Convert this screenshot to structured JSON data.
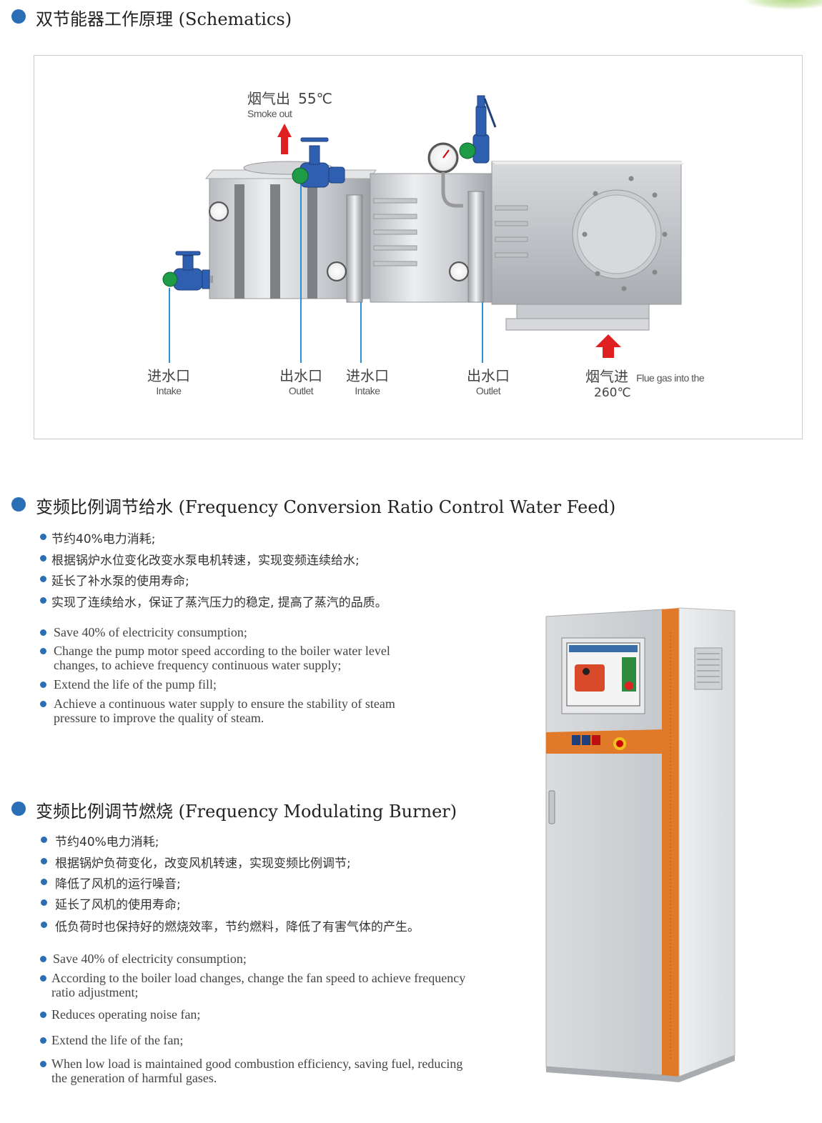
{
  "sections": {
    "schematics": {
      "title_cn": "双节能器工作原理",
      "title_en": "(Schematics)"
    },
    "water_feed": {
      "title_cn": "变频比例调节给水",
      "title_en": "(Frequency Conversion Ratio Control Water Feed)",
      "items_cn": [
        "节约40%电力消耗;",
        "根据锅炉水位变化改变水泵电机转速，实现变频连续给水;",
        "延长了补水泵的使用寿命;",
        "实现了连续给水，保证了蒸汽压力的稳定, 提高了蒸汽的品质。"
      ],
      "items_en": [
        "Save 40% of electricity consumption;",
        "Change the pump motor speed according to the boiler water level changes, to achieve frequency continuous water supply;",
        "Extend the life of the pump fill;",
        "Achieve a continuous water supply to ensure the stability of steam pressure to improve the quality of steam."
      ]
    },
    "burner": {
      "title_cn": "变频比例调节燃烧",
      "title_en": "(Frequency Modulating Burner)",
      "items_cn": [
        "节约40%电力消耗;",
        "根据锅炉负荷变化，改变风机转速，实现变频比例调节;",
        "降低了风机的运行噪音;",
        "延长了风机的使用寿命;",
        "低负荷时也保持好的燃烧效率，节约燃料，降低了有害气体的产生。"
      ],
      "items_en": [
        "Save 40% of electricity consumption;",
        "According to the boiler load changes, change the fan speed to achieve frequency ratio adjustment;",
        "Reduces operating noise fan;",
        "Extend the life of the fan;",
        "When low load is maintained good combustion efficiency, saving fuel, reducing the generation of harmful gases."
      ]
    }
  },
  "diagram": {
    "smoke_out": {
      "cn": "烟气出",
      "temp": "55℃",
      "en": "Smoke out"
    },
    "smoke_in": {
      "cn": "烟气进",
      "temp": "260℃",
      "en": "Flue gas into the"
    },
    "labels": [
      {
        "cn": "进水口",
        "en": "Intake"
      },
      {
        "cn": "出水口",
        "en": "Outlet"
      },
      {
        "cn": "进水口",
        "en": "Intake"
      },
      {
        "cn": "出水口",
        "en": "Outlet"
      }
    ]
  },
  "colors": {
    "accent": "#2a6fb5",
    "arrow_red": "#e02020",
    "cabinet_orange": "#e07a2a",
    "leader_blue": "#2c8fd1"
  }
}
